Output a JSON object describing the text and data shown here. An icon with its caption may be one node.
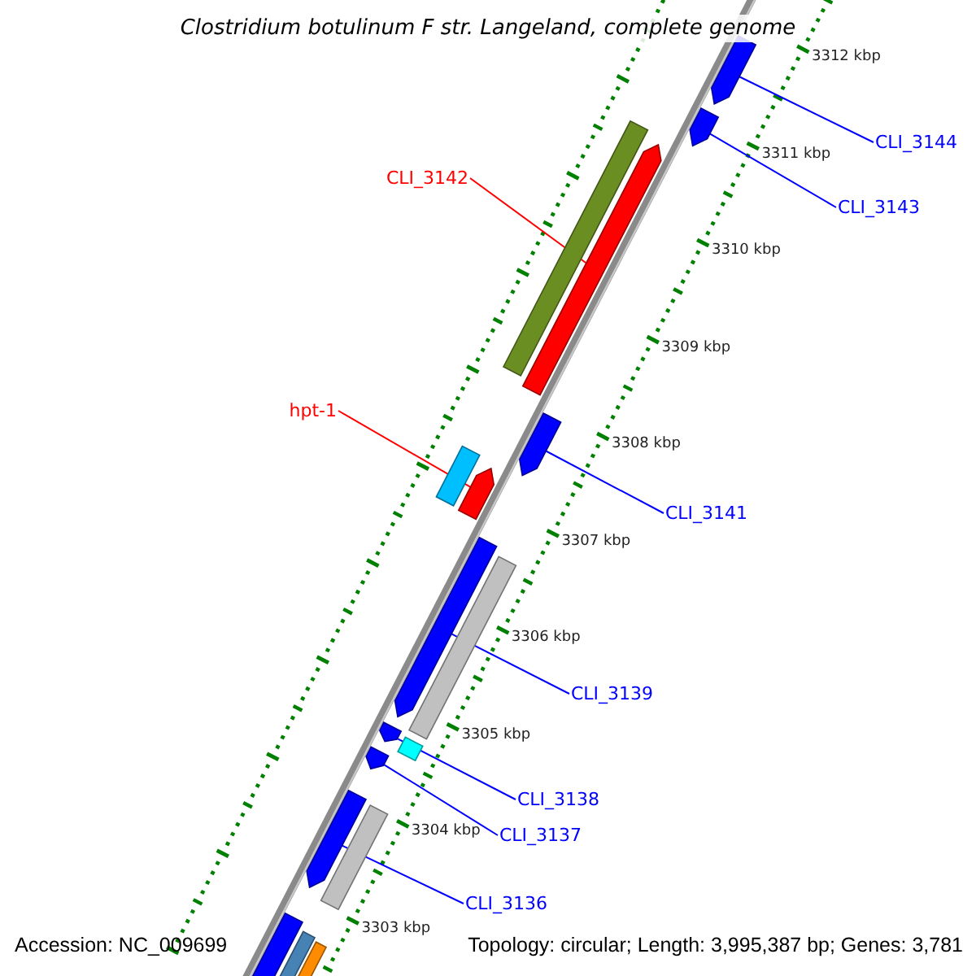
{
  "diagram": {
    "title": "Clostridium botulinum F str. Langeland, complete genome",
    "nodes": [
      {
        "text": [
          "CLI_3144"
        ]
      },
      {
        "text": [],
        "shape": "arrow"
      },
      {
        "text": [
          "CLI_3143"
        ]
      },
      {
        "text": [],
        "shape": "arrow"
      },
      {
        "text": [
          "CLI_3142"
        ]
      },
      {
        "text": [],
        "shape": "arrow"
      },
      {
        "text": [
          "hpt-1"
        ]
      },
      {
        "text": [],
        "shape": "arrow"
      },
      {
        "text": [
          "CLI_3141"
        ]
      },
      {
        "text": [],
        "shape": "arrow"
      },
      {
        "text": [
          "CLI_3139"
        ]
      },
      {
        "text": [],
        "shape": "arrow"
      },
      {
        "text": [
          "CLI_3138"
        ]
      },
      {
        "text": [],
        "shape": "arrow"
      },
      {
        "text": [
          "CLI_3137"
        ]
      },
      {
        "text": [],
        "shape": "arrow"
      },
      {
        "text": [
          "CLI_3136"
        ]
      },
      {
        "text": [],
        "shape": "arrow"
      },
      {
        "text": [],
        "shape": "bar"
      },
      {
        "text": [],
        "shape": "bar"
      },
      {
        "text": [],
        "shape": "bar"
      },
      {
        "text": [],
        "shape": "bar"
      },
      {
        "text": [],
        "shape": "bar"
      },
      {
        "text": [],
        "shape": "arrow"
      },
      {
        "text": [],
        "shape": "bar"
      },
      {
        "text": [],
        "shape": "bar"
      }
    ],
    "edges": [
      {
        "from": 0,
        "to": 1,
        "arrow": "none"
      },
      {
        "from": 2,
        "to": 3,
        "arrow": "none"
      },
      {
        "from": 4,
        "to": 5,
        "arrow": "none",
        "color": "#ff0000"
      },
      {
        "from": 6,
        "to": 7,
        "arrow": "none",
        "color": "#ff0000"
      },
      {
        "from": 8,
        "to": 9,
        "arrow": "none"
      },
      {
        "from": 10,
        "to": 11,
        "arrow": "none"
      },
      {
        "from": 12,
        "to": 13,
        "arrow": "none"
      },
      {
        "from": 14,
        "to": 15,
        "arrow": "none"
      },
      {
        "from": 16,
        "to": 17,
        "arrow": "none"
      }
    ],
    "labels": [
      "3312 kbp",
      "3311 kbp",
      "3310 kbp",
      "3309 kbp",
      "3308 kbp",
      "3307 kbp",
      "3306 kbp",
      "3305 kbp",
      "3304 kbp",
      "3303 kbp",
      "Accession: NC_009699",
      "Topology: circular; Length: 3,995,387 bp; Genes: 3,781"
    ]
  }
}
